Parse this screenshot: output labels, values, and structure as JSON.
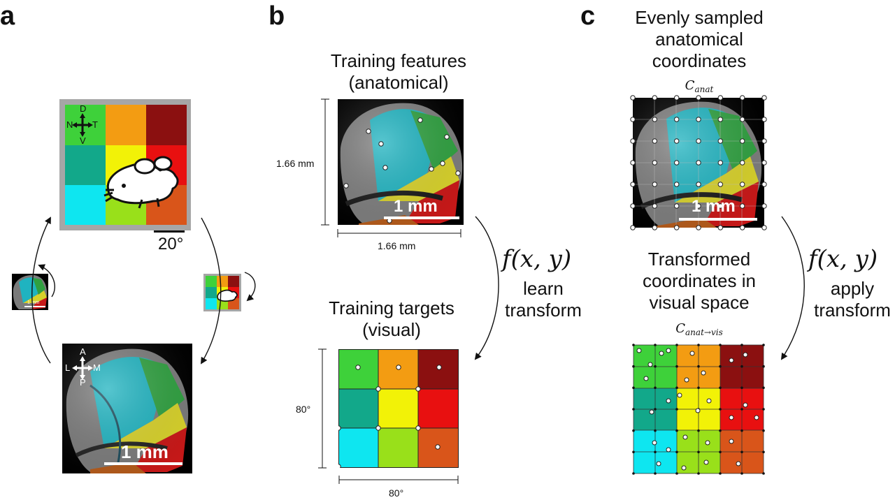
{
  "panels": {
    "a": {
      "label": "a",
      "scale_visual": "20°",
      "scale_anat": "1 mm",
      "small_scale": "1 mm",
      "compass_visual": {
        "top": "D",
        "bottom": "V",
        "left": "N",
        "right": "T"
      },
      "compass_anat": {
        "top": "A",
        "bottom": "P",
        "left": "L",
        "right": "M"
      }
    },
    "b": {
      "label": "b",
      "title_features_line1": "Training features",
      "title_features_line2": "(anatomical)",
      "dim_vertical": "1.66 mm",
      "dim_horizontal": "1.66 mm",
      "scale": "1 mm",
      "function": "f(x, y)",
      "step_line1": "learn",
      "step_line2": "transform",
      "title_targets_line1": "Training targets",
      "title_targets_line2": "(visual)",
      "dim_vertical_targets": "80°",
      "dim_horizontal_targets": "80°"
    },
    "c": {
      "label": "c",
      "title_sampled_line1": "Evenly sampled",
      "title_sampled_line2": "anatomical",
      "title_sampled_line3": "coordinates",
      "symbol_anat_base": "C",
      "symbol_anat_sub": "anat",
      "scale": "1 mm",
      "function": "f(x, y)",
      "step_line1": "apply",
      "step_line2": "transform",
      "title_transformed_line1": "Transformed",
      "title_transformed_line2": "coordinates in",
      "title_transformed_line3": "visual space",
      "symbol_vis_base": "C",
      "symbol_vis_sub": "anat→vis"
    }
  },
  "colors": {
    "grid_3x3": [
      [
        "#3ed13a",
        "#f39c12",
        "#8b1010"
      ],
      [
        "#12a88a",
        "#f2f207",
        "#e81010"
      ],
      [
        "#0ee6f0",
        "#99e01a",
        "#d9551a"
      ]
    ],
    "frame_gray": "#a6a6a6"
  }
}
